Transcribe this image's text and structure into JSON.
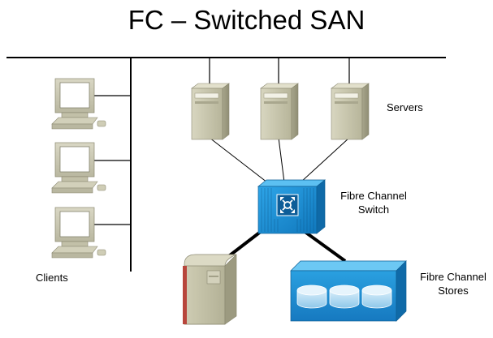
{
  "title": "FC – Switched SAN",
  "labels": {
    "servers": "Servers",
    "switch_line1": "Fibre Channel",
    "switch_line2": "Switch",
    "clients": "Clients",
    "stores_line1": "Fibre Channel",
    "stores_line2": "Stores"
  },
  "colors": {
    "lan_line": "#000000",
    "server_beige": "#c8c6ad",
    "switch_blue": "#1a8fd6",
    "store_blue": "#1d8fd0",
    "monitor_screen": "#ffffff"
  },
  "icons": [
    "server-icon",
    "client-computer-icon",
    "fibre-channel-switch-icon",
    "storage-array-icon",
    "disk-cylinder-icon",
    "tower-storage-icon"
  ]
}
